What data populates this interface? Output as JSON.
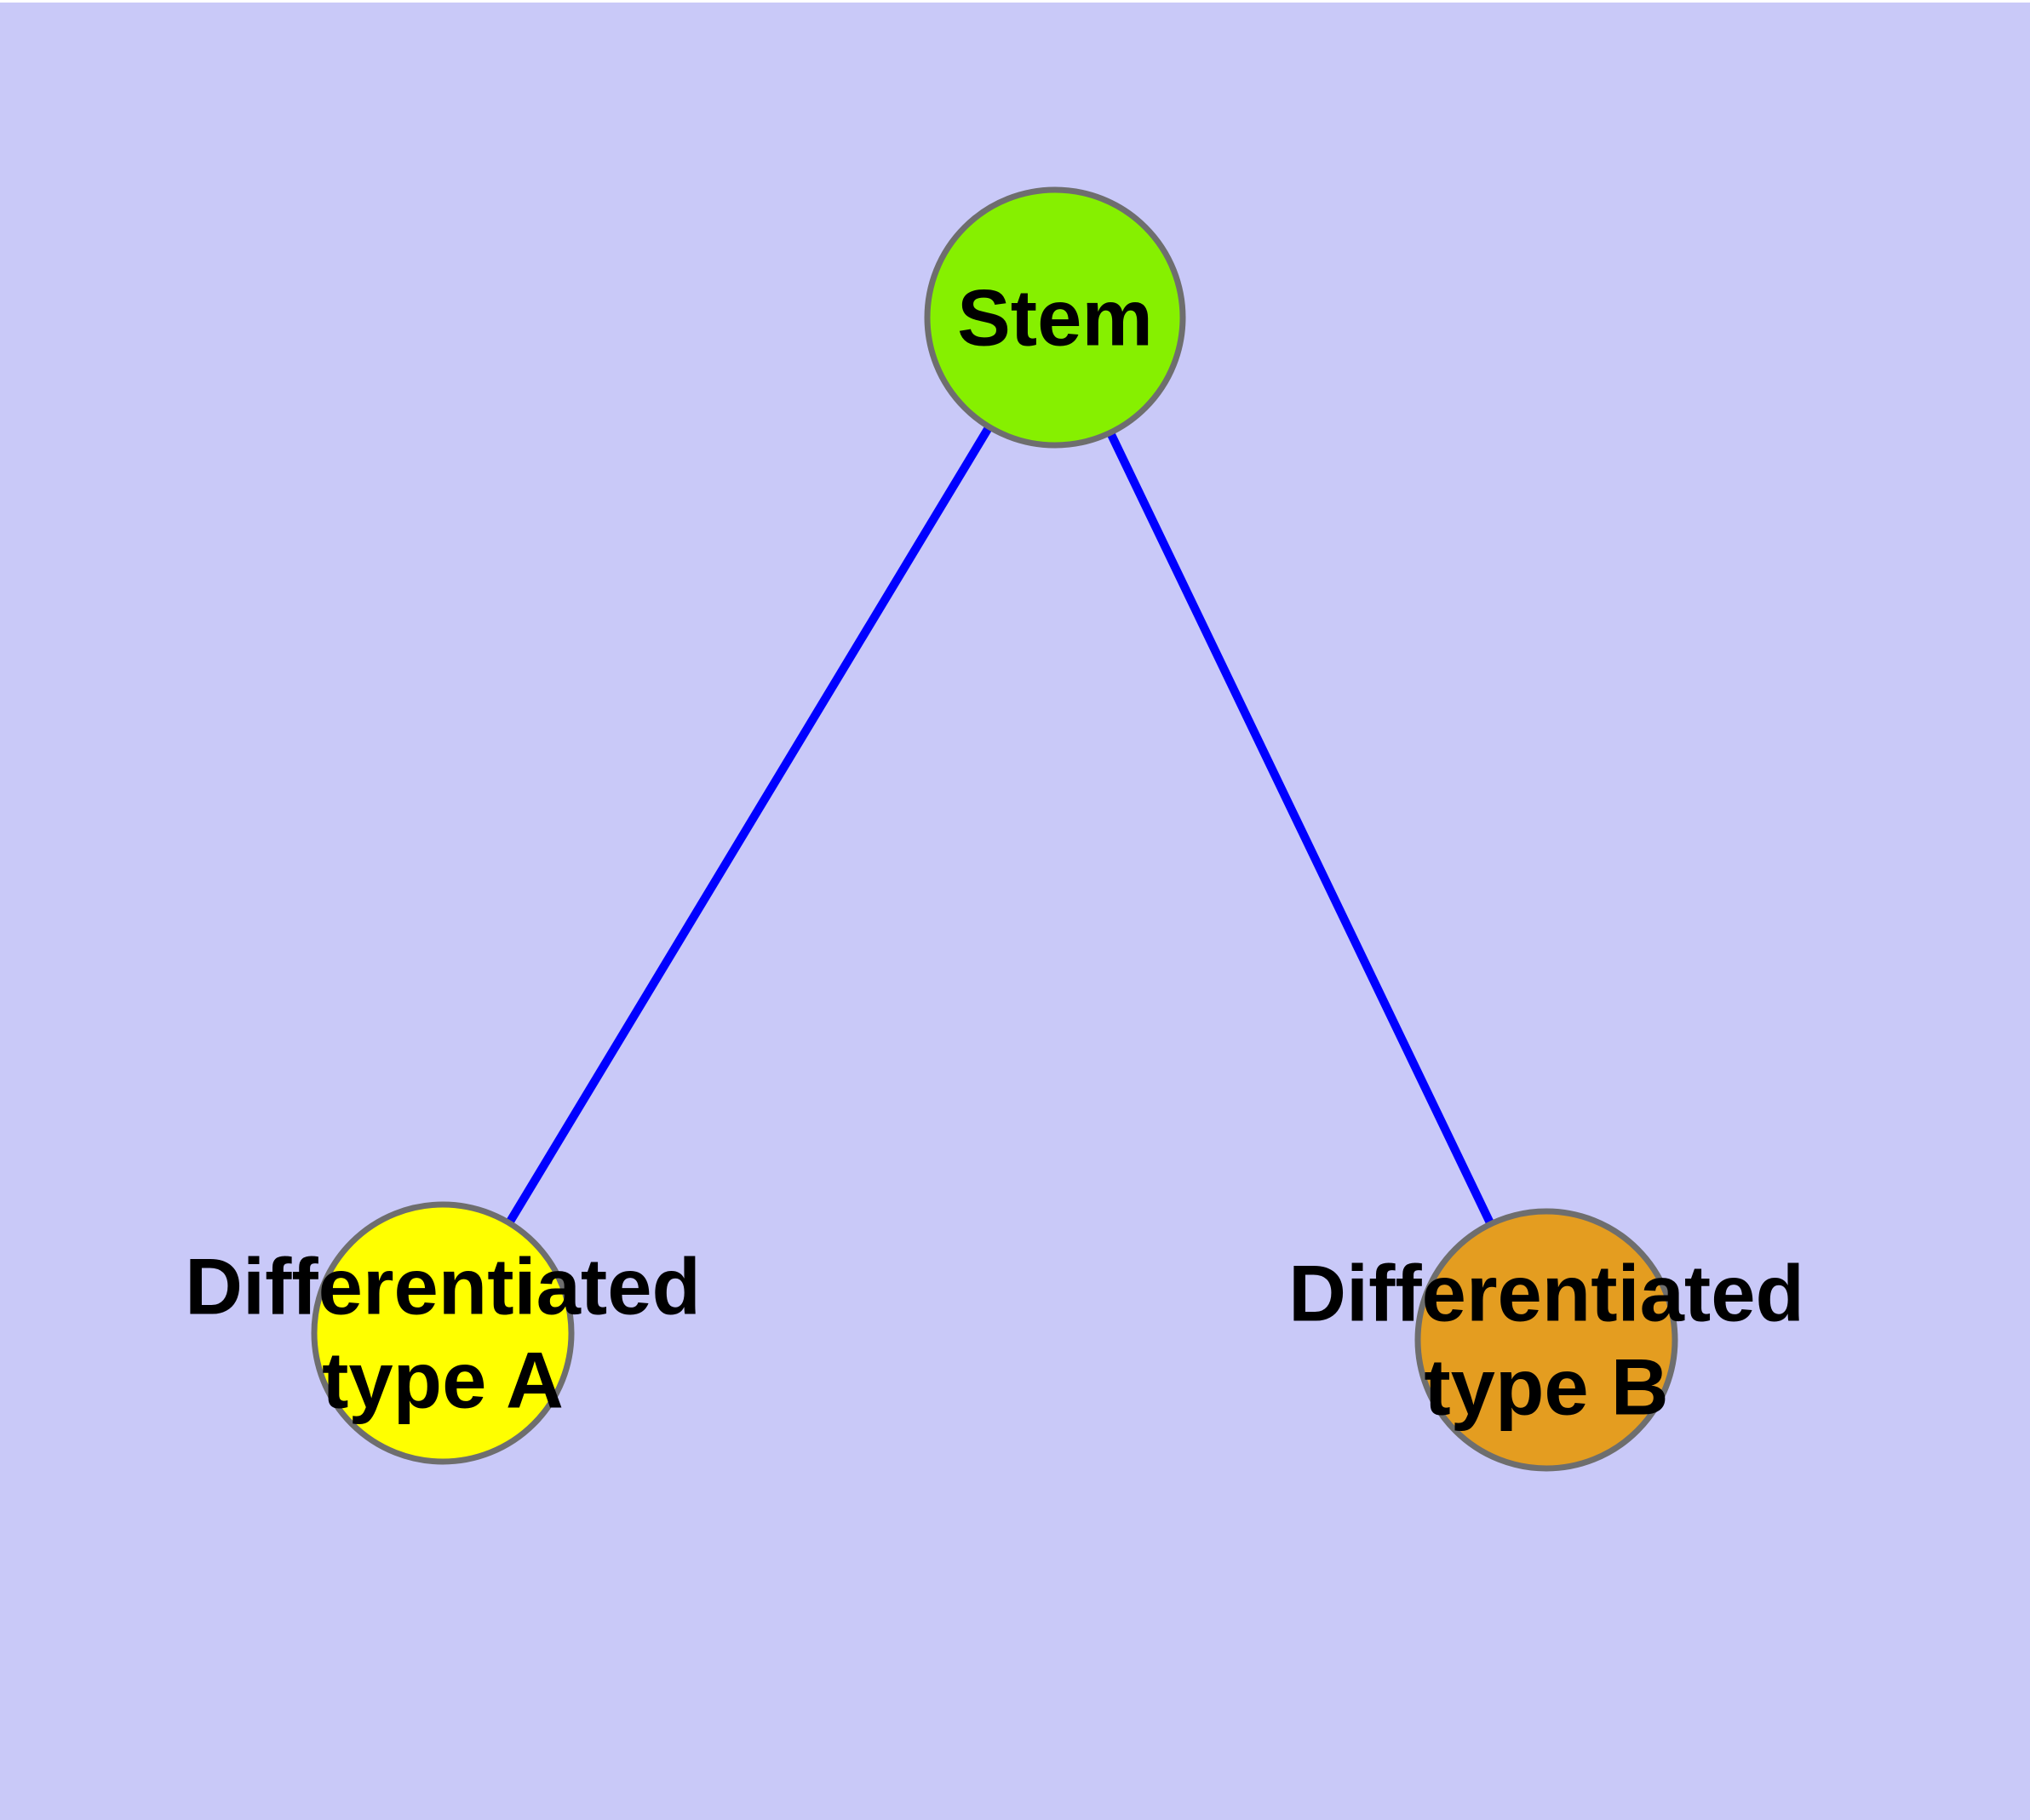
{
  "diagram": {
    "type": "node-link-graph",
    "colors": {
      "background": "#c9c9f8",
      "edge": "#0000ff",
      "node_border": "#6e6e6e",
      "label_text": "#000000"
    },
    "nodes": {
      "stem": {
        "label": "Stem",
        "fill": "#86f000"
      },
      "type_a": {
        "label_line1": "Differentiated",
        "label_line2": "type A",
        "fill": "#ffff00"
      },
      "type_b": {
        "label_line1": "Differentiated",
        "label_line2": "type B",
        "fill": "#e49d20"
      }
    },
    "edges": {
      "color": "#0000ff",
      "list": [
        {
          "from": "Stem",
          "to": "Differentiated type A"
        },
        {
          "from": "Stem",
          "to": "Differentiated type B"
        }
      ]
    }
  }
}
